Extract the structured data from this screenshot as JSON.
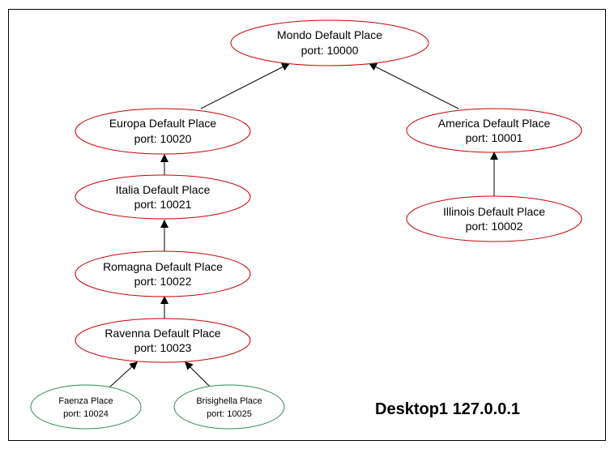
{
  "colors": {
    "frame": "#000000",
    "place_outline": "#cc0000",
    "leaf_outline": "#2e8b57",
    "edge": "#000000",
    "text": "#000000"
  },
  "nodes": {
    "mondo": {
      "name": "Mondo Default Place",
      "port": "port: 10000"
    },
    "europa": {
      "name": "Europa Default Place",
      "port": "port: 10020"
    },
    "america": {
      "name": "America Default Place",
      "port": "port: 10001"
    },
    "italia": {
      "name": "Italia Default Place",
      "port": "port: 10021"
    },
    "illinois": {
      "name": "Illinois Default Place",
      "port": "port: 10002"
    },
    "romagna": {
      "name": "Romagna Default Place",
      "port": "port: 10022"
    },
    "ravenna": {
      "name": "Ravenna Default Place",
      "port": "port: 10023"
    },
    "faenza": {
      "name": "Faenza Place",
      "port": "port: 10024"
    },
    "brisighella": {
      "name": "Brisighella Place",
      "port": "port: 10025"
    }
  },
  "edges": [
    {
      "from": "europa",
      "to": "mondo"
    },
    {
      "from": "america",
      "to": "mondo"
    },
    {
      "from": "italia",
      "to": "europa"
    },
    {
      "from": "illinois",
      "to": "america"
    },
    {
      "from": "romagna",
      "to": "italia"
    },
    {
      "from": "ravenna",
      "to": "romagna"
    },
    {
      "from": "faenza",
      "to": "ravenna"
    },
    {
      "from": "brisighella",
      "to": "ravenna"
    }
  ],
  "footer": {
    "label": "Desktop1 127.0.0.1"
  }
}
